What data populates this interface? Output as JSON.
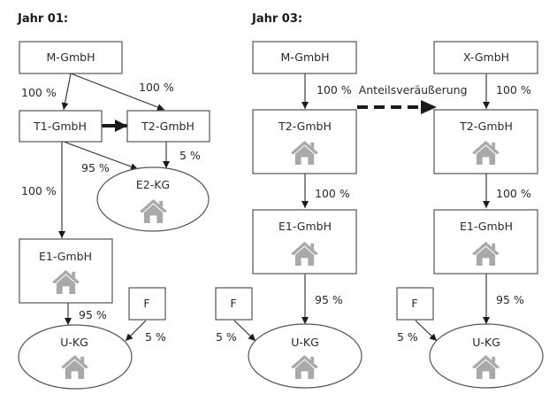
{
  "left_panel": {
    "title": "Jahr 01:",
    "nodes": {
      "m_gmbh": "M-GmbH",
      "t1_gmbh": "T1-GmbH",
      "t2_gmbh": "T2-GmbH",
      "e2_kg": "E2-KG",
      "e1_gmbh": "E1-GmbH",
      "f": "F",
      "u_kg": "U-KG"
    },
    "edges": {
      "m_t1": "100 %",
      "m_t2": "100 %",
      "t1_e2": "95 %",
      "t2_e2": "5 %",
      "t1_e1": "100 %",
      "e1_u": "95 %",
      "f_u": "5 %"
    }
  },
  "right_panel": {
    "title": "Jahr 03:",
    "sale_label": "Anteilsveräußerung",
    "before": {
      "nodes": {
        "parent": "M-GmbH",
        "t2_gmbh": "T2-GmbH",
        "e1_gmbh": "E1-GmbH",
        "f": "F",
        "u_kg": "U-KG"
      },
      "edges": {
        "parent_t2": "100 %",
        "t2_e1": "100 %",
        "e1_u": "95 %",
        "f_u": "5 %"
      }
    },
    "after": {
      "nodes": {
        "parent": "X-GmbH",
        "t2_gmbh": "T2-GmbH",
        "e1_gmbh": "E1-GmbH",
        "f": "F",
        "u_kg": "U-KG"
      },
      "edges": {
        "parent_t2": "100 %",
        "t2_e1": "100 %",
        "e1_u": "95 %",
        "f_u": "5 %"
      }
    }
  },
  "icons": {
    "property": "house-icon"
  }
}
